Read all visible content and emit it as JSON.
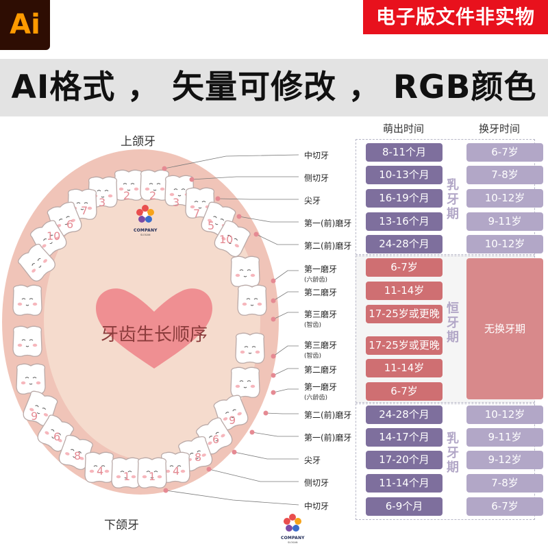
{
  "header": {
    "app_logo": "Ai",
    "badge": "电子版文件非实物",
    "banner": "AI格式 ， 矢量可修改 ， RGB颜色模式"
  },
  "diagram": {
    "upper_jaw_title": "上颌牙",
    "lower_jaw_title": "下颌牙",
    "center_title": "牙齿生长顺序",
    "brand": "COMPANY",
    "brand_slogan": "SLOGAN",
    "upper_numbers": {
      "left": [
        "10",
        "6",
        "7",
        "3",
        "2"
      ],
      "right": [
        "2",
        "3",
        "7",
        "5",
        "10"
      ]
    },
    "lower_numbers": {
      "left": [
        "9",
        "6",
        "8",
        "4",
        "1"
      ],
      "right": [
        "1",
        "4",
        "8",
        "6",
        "9"
      ]
    },
    "tooth_labels": [
      {
        "name": "中切牙",
        "sub": ""
      },
      {
        "name": "侧切牙",
        "sub": ""
      },
      {
        "name": "尖牙",
        "sub": ""
      },
      {
        "name": "第一(前)磨牙",
        "sub": ""
      },
      {
        "name": "第二(前)磨牙",
        "sub": ""
      },
      {
        "name": "第一磨牙",
        "sub": "(六龄齿)"
      },
      {
        "name": "第二磨牙",
        "sub": ""
      },
      {
        "name": "第三磨牙",
        "sub": "(智齿)"
      },
      {
        "name": "第三磨牙",
        "sub": "(智齿)"
      },
      {
        "name": "第二磨牙",
        "sub": ""
      },
      {
        "name": "第一磨牙",
        "sub": "(六龄齿)"
      },
      {
        "name": "第二(前)磨牙",
        "sub": ""
      },
      {
        "name": "第一(前)磨牙",
        "sub": ""
      },
      {
        "name": "尖牙",
        "sub": ""
      },
      {
        "name": "侧切牙",
        "sub": ""
      },
      {
        "name": "中切牙",
        "sub": ""
      }
    ]
  },
  "table": {
    "col_eruption": "萌出时间",
    "col_replace": "换牙时间",
    "group_primary_upper": "乳牙期",
    "group_permanent": "恒牙期",
    "group_primary_lower": "乳牙期",
    "permanent_replace": "无换牙期",
    "upper_rows": [
      {
        "eruption": "8-11个月",
        "replace": "6-7岁"
      },
      {
        "eruption": "10-13个月",
        "replace": "7-8岁"
      },
      {
        "eruption": "16-19个月",
        "replace": "10-12岁"
      },
      {
        "eruption": "13-16个月",
        "replace": "9-11岁"
      },
      {
        "eruption": "24-28个月",
        "replace": "10-12岁"
      }
    ],
    "permanent_rows": [
      "6-7岁",
      "11-14岁",
      "17-25岁或更晚",
      "17-25岁或更晚",
      "11-14岁",
      "6-7岁"
    ],
    "lower_rows": [
      {
        "eruption": "24-28个月",
        "replace": "10-12岁"
      },
      {
        "eruption": "14-17个月",
        "replace": "9-11岁"
      },
      {
        "eruption": "17-20个月",
        "replace": "9-12岁"
      },
      {
        "eruption": "11-14个月",
        "replace": "7-8岁"
      },
      {
        "eruption": "6-9个月",
        "replace": "6-7岁"
      }
    ]
  },
  "colors": {
    "purple_dark": "#7e6f9d",
    "purple_light": "#b2a7c7",
    "red": "#cf6f72",
    "gum": "#f0c4b8",
    "palate": "#f5dbcd",
    "dot": "#e58a93"
  }
}
